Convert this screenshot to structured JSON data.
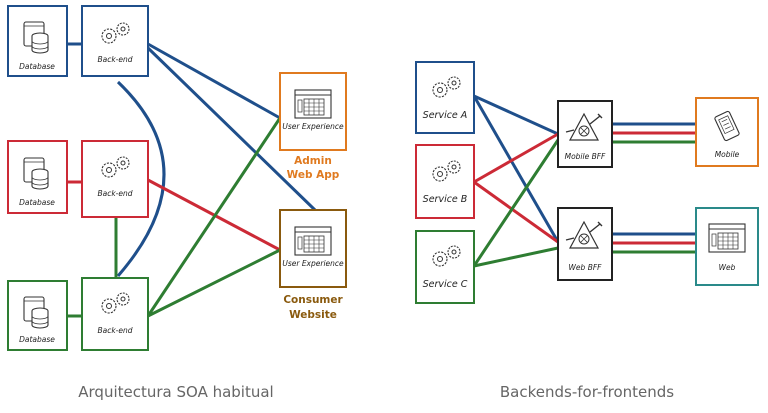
{
  "colors": {
    "blue": "#1f4f8b",
    "red": "#cc2a36",
    "green": "#2e7d32",
    "orange": "#e07a1f",
    "brown": "#8a5a0e",
    "teal": "#2a8a8a",
    "black": "#222222"
  },
  "left": {
    "database_label": "Database",
    "backend_label": "Back-end",
    "ux_label": "User Experience",
    "admin_label_1": "Admin",
    "admin_label_2": "Web App",
    "consumer_label_1": "Consumer",
    "consumer_label_2": "Website",
    "caption": "Arquitectura SOA habitual"
  },
  "right": {
    "service_a": "Service A",
    "service_b": "Service B",
    "service_c": "Service C",
    "mobile_bff": "Mobile BFF",
    "web_bff": "Web BFF",
    "mobile": "Mobile",
    "web": "Web",
    "caption": "Backends-for-frontends"
  }
}
